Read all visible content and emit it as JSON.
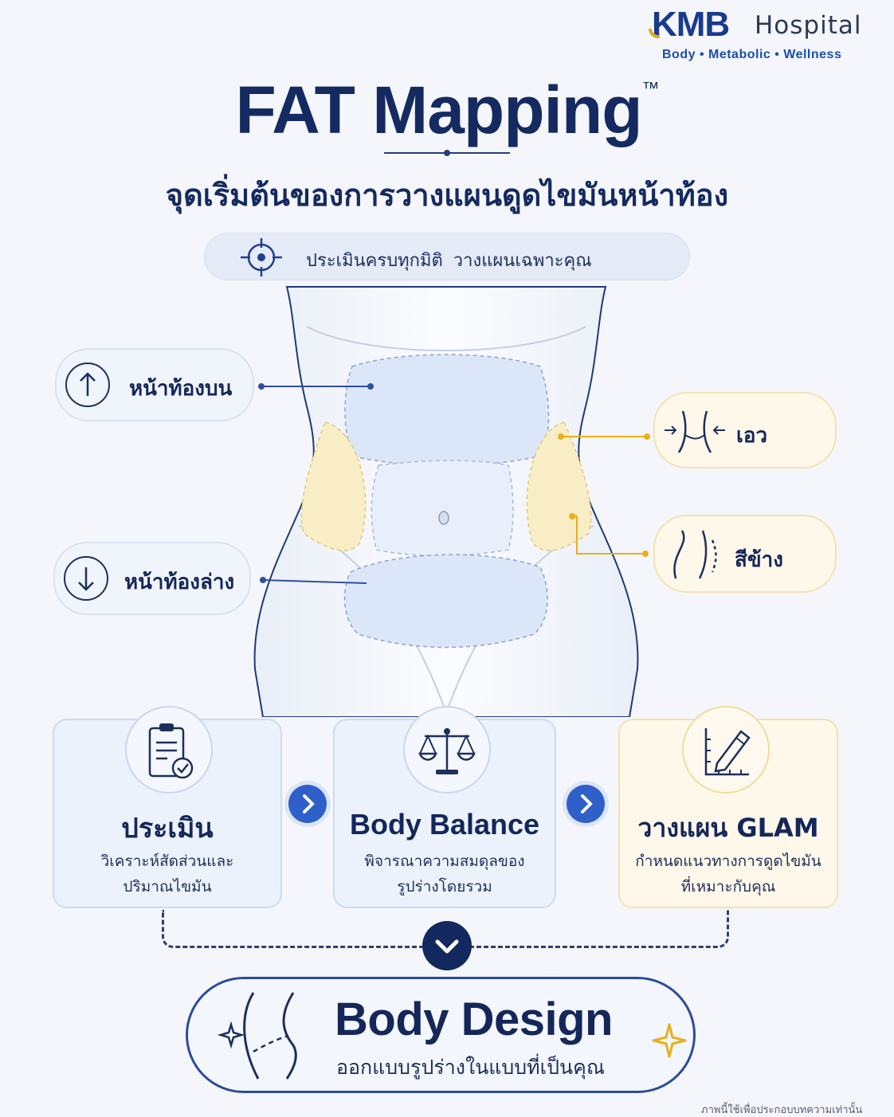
{
  "logo": {
    "brand": "KMB",
    "name": "Hospital",
    "tagline": "Body • Metabolic • Wellness"
  },
  "header": {
    "title": "FAT Mapping",
    "trademark": "™",
    "subtitle": "จุดเริ่มต้นของการวางแผนดูดไขมันหน้าท้อง"
  },
  "pill": {
    "icon": "target-icon",
    "text": "ประเมินครบทุกมิติ  วางแผนเฉพาะคุณ"
  },
  "zones": {
    "upper_abdomen": {
      "label": "หน้าท้องบน",
      "icon": "arrow-up-icon"
    },
    "lower_abdomen": {
      "label": "หน้าท้องล่าง",
      "icon": "arrow-down-icon"
    },
    "waist": {
      "label": "เอว",
      "icon": "waist-icon"
    },
    "flanks": {
      "label": "สีข้าง",
      "icon": "flank-icon"
    }
  },
  "steps": [
    {
      "icon": "clipboard-check-icon",
      "title": "ประเมิน",
      "line1": "วิเคราะห์สัดส่วนและ",
      "line2": "ปริมาณไขมัน"
    },
    {
      "icon": "balance-scale-icon",
      "title": "Body Balance",
      "line1": "พิจารณาความสมดุลของ",
      "line2": "รูปร่างโดยรวม"
    },
    {
      "icon": "ruler-pencil-icon",
      "title": "วางแผน GLAM",
      "line1": "กำหนดแนวทางการดูดไขมัน",
      "line2": "ที่เหมาะกับคุณ"
    }
  ],
  "result": {
    "title": "Body Design",
    "subtitle": "ออกแบบรูปร่างในแบบที่เป็นคุณ"
  },
  "footnote": "ภาพนี้ใช้เพื่อประกอบบทความเท่านั้น",
  "colors": {
    "navy": "#15275a",
    "blue_zone": "#dbe7f8",
    "gold_zone": "#f8edc4",
    "accent_blue": "#2f5fc9",
    "accent_gold": "#e6b01e"
  }
}
